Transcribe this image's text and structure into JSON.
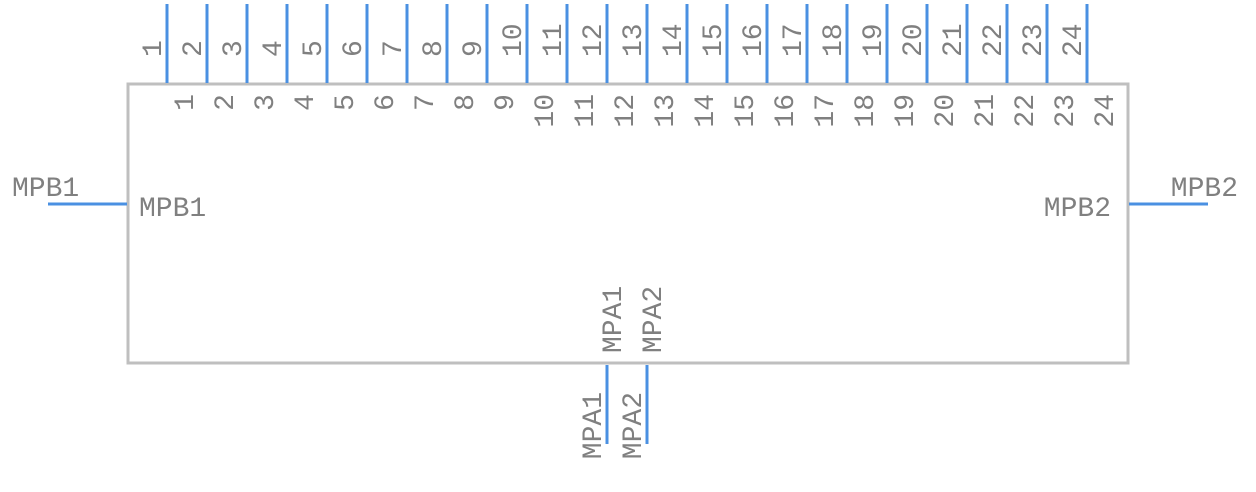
{
  "component": {
    "top_pins": [
      {
        "outer": "1",
        "inner": "1"
      },
      {
        "outer": "2",
        "inner": "2"
      },
      {
        "outer": "3",
        "inner": "3"
      },
      {
        "outer": "4",
        "inner": "4"
      },
      {
        "outer": "5",
        "inner": "5"
      },
      {
        "outer": "6",
        "inner": "6"
      },
      {
        "outer": "7",
        "inner": "7"
      },
      {
        "outer": "8",
        "inner": "8"
      },
      {
        "outer": "9",
        "inner": "9"
      },
      {
        "outer": "10",
        "inner": "10"
      },
      {
        "outer": "11",
        "inner": "11"
      },
      {
        "outer": "12",
        "inner": "12"
      },
      {
        "outer": "13",
        "inner": "13"
      },
      {
        "outer": "14",
        "inner": "14"
      },
      {
        "outer": "15",
        "inner": "15"
      },
      {
        "outer": "16",
        "inner": "16"
      },
      {
        "outer": "17",
        "inner": "17"
      },
      {
        "outer": "18",
        "inner": "18"
      },
      {
        "outer": "19",
        "inner": "19"
      },
      {
        "outer": "20",
        "inner": "20"
      },
      {
        "outer": "21",
        "inner": "21"
      },
      {
        "outer": "22",
        "inner": "22"
      },
      {
        "outer": "23",
        "inner": "23"
      },
      {
        "outer": "24",
        "inner": "24"
      }
    ],
    "left_pin": {
      "outer": "MPB1",
      "inner": "MPB1"
    },
    "right_pin": {
      "outer": "MPB2",
      "inner": "MPB2"
    },
    "bottom_pins": [
      {
        "outer": "MPA1",
        "inner": "MPA1"
      },
      {
        "outer": "MPA2",
        "inner": "MPA2"
      }
    ]
  },
  "colors": {
    "pin": "#4a90e2",
    "body_outline": "#bfbfbf",
    "label": "#808080"
  }
}
